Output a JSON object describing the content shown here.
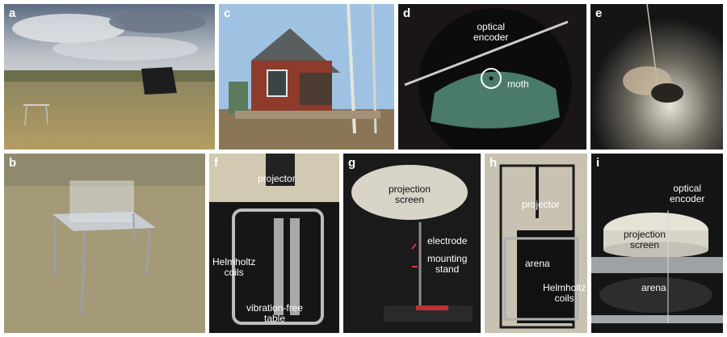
{
  "panels": {
    "a": {
      "label": "a"
    },
    "b": {
      "label": "b"
    },
    "c": {
      "label": "c"
    },
    "d": {
      "label": "d",
      "optical_encoder": "optical\nencoder",
      "moth": "moth"
    },
    "e": {
      "label": "e"
    },
    "f": {
      "label": "f",
      "projector": "projector",
      "helmholtz": "Helmholtz\ncoils",
      "table": "vibration-free\ntable"
    },
    "g": {
      "label": "g",
      "screen": "projection\nscreen",
      "electrode": "electrode",
      "stand": "mounting\nstand"
    },
    "h": {
      "label": "h",
      "projector": "projector",
      "arena": "arena",
      "helmholtz": "Helmholtz\ncoils"
    },
    "i": {
      "label": "i",
      "optical_encoder": "optical\nencoder",
      "screen": "projection\nscreen",
      "arena": "arena"
    }
  }
}
